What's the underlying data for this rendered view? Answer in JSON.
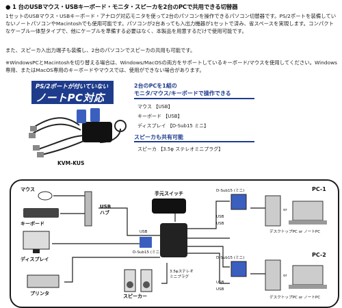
{
  "heading": "● 1 台のUSBマウス・USBキーボード・モニタ・スピーカを2台のPCで共用できる切替器",
  "paragraphs": [
    "1セットのUSBマウス・USBキーボード・アナログ対応モニタを使って2台のパソコンを操作できるパソコン切替器です。PS/2ポートを装備していないノートパソコンやMacintoshでも使用可能です。パソコンが2台あっても入出力機器が1セットで済み、省スペースを実現します。コンパクトなケーブル一体型タイプで、他にケーブルを準備する必要はなく、本製品を用意するだけで使用可能です。",
    "また、スピーカ入出力端子も装備し、2台のパソコンでスピーカの共用も可能です。",
    "※WindowsPCとMacintoshを切り替える場合は、Windows/MacOSの両方をサポートしているキーボード/マウスを使用してください。Windows専用、またはMacOS専用のキーボードやマウスでは、使用ができない場合があります。"
  ],
  "product": {
    "banner_line1": "PS/2ポートが付いていない",
    "banner_line2": "ノートPC対応",
    "model": "KVM-KUS"
  },
  "features": {
    "section1_title_l1": "2台のPCを1組の",
    "section1_title_l2": "モニタ/マウス/キーボードで操作できる",
    "items1": [
      "マウス 【USB】",
      "キーボード 【USB】",
      "ディスプレイ 【D-Sub15 ミニ】"
    ],
    "section2_title": "スピーカも共有可能",
    "items2": [
      "スピーカ 【3.5φ ステレオミニプラグ】"
    ]
  },
  "diagram": {
    "mouse": "マウス",
    "keyboard": "キーボード",
    "display": "ディスプレイ",
    "printer": "プリンタ",
    "speaker": "スピーカー",
    "hub": "USB\nハブ",
    "hand_switch": "手元スイッチ",
    "usb": "USB",
    "dsub": "D-Sub15 (ミニ)",
    "stereo": "3.5φステレオ\nミニプラグ",
    "pc1": "PC-1",
    "pc2": "PC-2",
    "desktop_or_note": "デスクトップPC or ノートPC",
    "or": "or"
  },
  "colors": {
    "accent": "#1f3c8c",
    "line": "#1a1a1a"
  }
}
